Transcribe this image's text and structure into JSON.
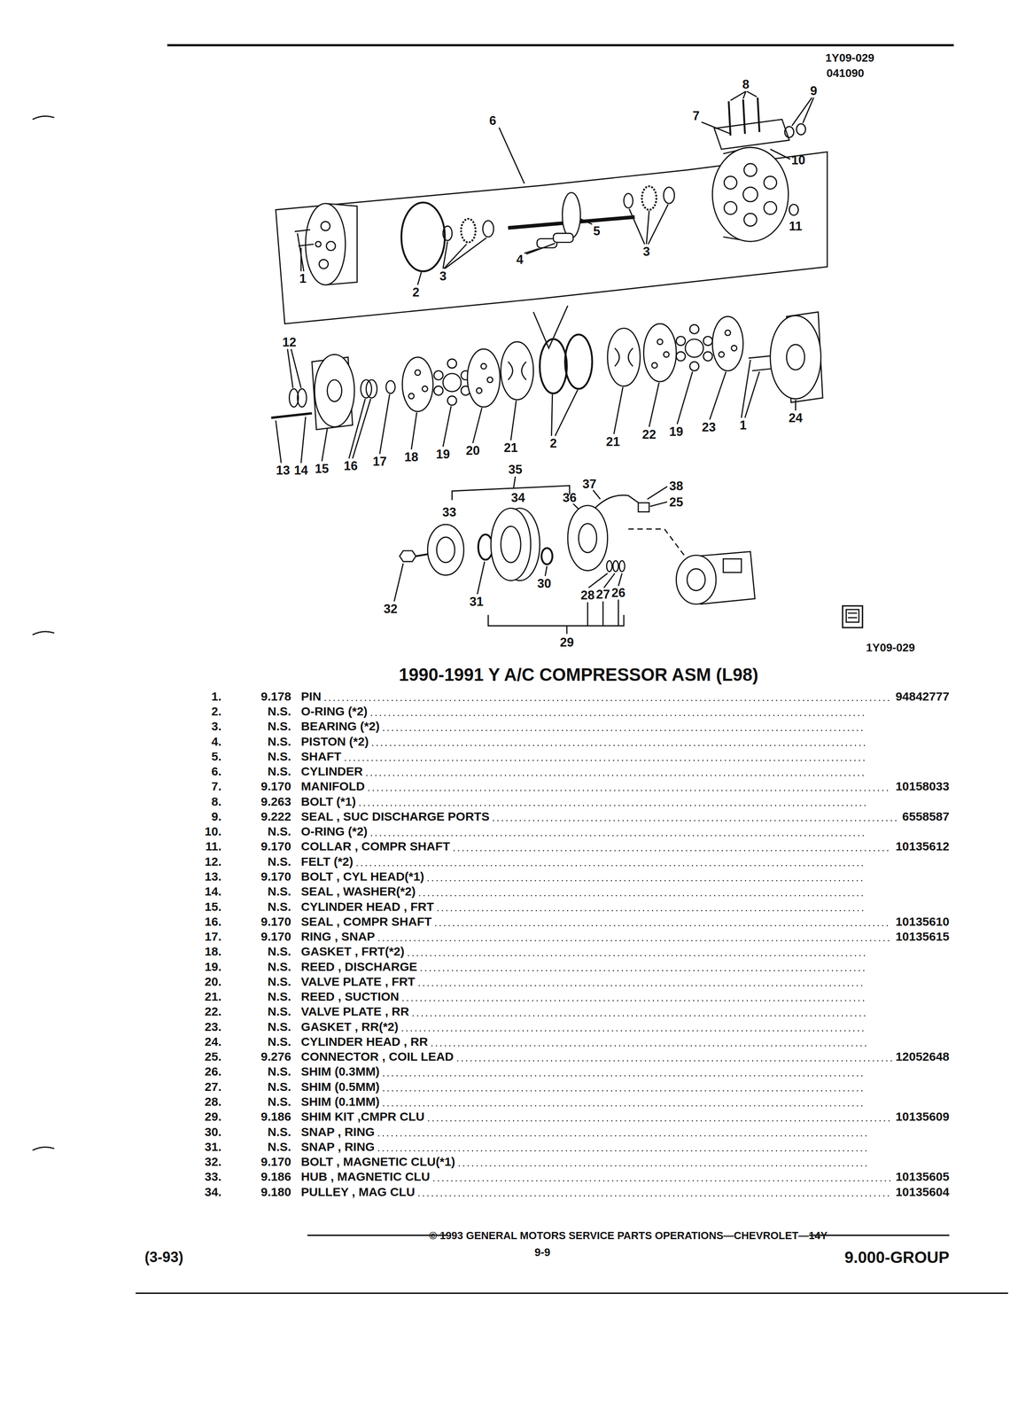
{
  "diagram": {
    "title": "1990-1991 Y A/C COMPRESSOR ASM (L98)",
    "labels": [
      "1Y09-029",
      "041090",
      "8",
      "9",
      "6",
      "7",
      "10",
      "11",
      "1",
      "2",
      "3",
      "4",
      "5",
      "3",
      "12",
      "13",
      "14",
      "15",
      "16",
      "17",
      "18",
      "19",
      "20",
      "21",
      "2",
      "21",
      "22",
      "19",
      "23",
      "1",
      "24",
      "35",
      "34",
      "33",
      "36",
      "37",
      "38",
      "25",
      "32",
      "31",
      "30",
      "28",
      "27",
      "26",
      "29",
      "1Y09-029",
      "1.",
      "9.178",
      "PIN",
      "94842777",
      "2.",
      "N.S.",
      "O-RING (*2)",
      "3.",
      "N.S.",
      "BEARING (*2)",
      "4.",
      "N.S.",
      "PISTON (*2)",
      "5.",
      "N.S.",
      "SHAFT",
      "6.",
      "N.S.",
      "CYLINDER",
      "7.",
      "9.170",
      "MANIFOLD",
      "10158033",
      "8.",
      "9.263",
      "BOLT (*1)",
      "9.",
      "9.222",
      "SEAL , SUC DISCHARGE PORTS",
      "6558587",
      "10.",
      "N.S.",
      "O-RING (*2)",
      "11.",
      "9.170",
      "COLLAR , COMPR SHAFT",
      "10135612",
      "12.",
      "N.S.",
      "FELT (*2)",
      "13.",
      "9.170",
      "BOLT , CYL HEAD(*1)",
      "14.",
      "N.S.",
      "SEAL , WASHER(*2)",
      "15.",
      "N.S.",
      "CYLINDER HEAD , FRT",
      "16.",
      "9.170",
      "SEAL , COMPR SHAFT",
      "10135610",
      "17.",
      "9.170",
      "RING , SNAP",
      "10135615",
      "18.",
      "N.S.",
      "GASKET , FRT(*2)",
      "19.",
      "N.S.",
      "REED , DISCHARGE",
      "20.",
      "N.S.",
      "VALVE PLATE , FRT",
      "21.",
      "N.S.",
      "REED , SUCTION",
      "22.",
      "N.S.",
      "VALVE PLATE , RR",
      "23.",
      "N.S.",
      "GASKET , RR(*2)",
      "24.",
      "N.S.",
      "CYLINDER HEAD , RR",
      "25.",
      "9.276",
      "CONNECTOR , COIL LEAD",
      "12052648",
      "26.",
      "N.S.",
      "SHIM (0.3MM)",
      "27.",
      "N.S.",
      "SHIM (0.5MM)",
      "28.",
      "N.S.",
      "SHIM (0.1MM)",
      "29.",
      "9.186",
      "SHIM KIT ,CMPR CLU",
      "10135609",
      "30.",
      "N.S.",
      "SNAP , RING",
      "31.",
      "N.S.",
      "SNAP , RING",
      "32.",
      "9.170",
      "BOLT , MAGNETIC CLU(*1)",
      "33.",
      "9.186",
      "HUB , MAGNETIC CLU",
      "10135605",
      "34.",
      "9.180",
      "PULLEY , MAG CLU",
      "10135604",
      "© 1993 GENERAL MOTORS SERVICE PARTS OPERATIONS—CHEVROLET—14Y",
      "(3-93)",
      "9-9",
      "9.000-GROUP"
    ]
  }
}
